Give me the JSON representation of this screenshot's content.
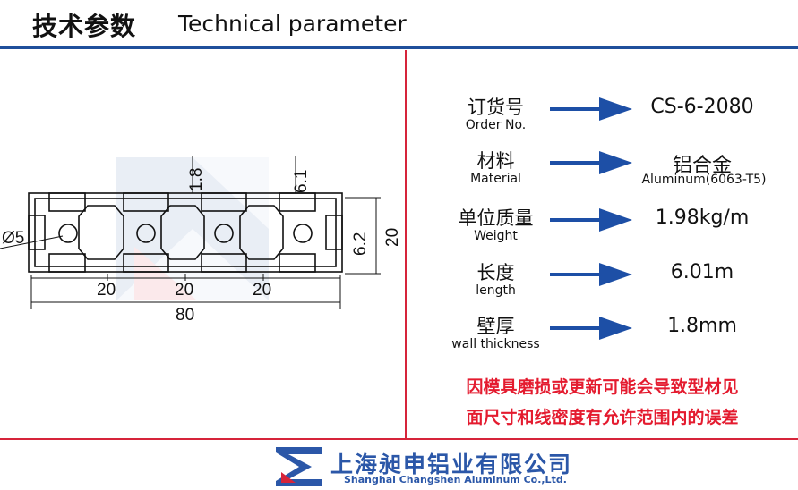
{
  "header": {
    "title_zh": "技术参数",
    "title_en": "Technical parameter"
  },
  "drawing": {
    "dim_diameter": "Ø5",
    "dim_wall": "1.8",
    "dim_slot_depth": "6.1",
    "dim_slot_width": "6.2",
    "dim_height": "20",
    "dim_pitch_1": "20",
    "dim_pitch_2": "20",
    "dim_pitch_3": "20",
    "dim_width": "80"
  },
  "params": [
    {
      "label_zh": "订货号",
      "label_en": "Order No.",
      "value": "CS-6-2080",
      "value_sub": ""
    },
    {
      "label_zh": "材料",
      "label_en": "Material",
      "value": "铝合金",
      "value_sub": "Aluminum(6063-T5)"
    },
    {
      "label_zh": "单位质量",
      "label_en": "Weight",
      "value": "1.98kg/m",
      "value_sub": ""
    },
    {
      "label_zh": "长度",
      "label_en": "length",
      "value": "6.01m",
      "value_sub": ""
    },
    {
      "label_zh": "壁厚",
      "label_en": "wall thickness",
      "value": "1.8mm",
      "value_sub": ""
    }
  ],
  "note": {
    "line1": "因模具磨损或更新可能会导致型材见",
    "line2": "面尺寸和线密度有允许范围内的误差"
  },
  "footer": {
    "company_zh": "上海昶申铝业有限公司",
    "company_en": "Shanghai  Changshen  Aluminum  Co.,Ltd."
  },
  "colors": {
    "blue": "#1f4f9b",
    "red": "#d6243a",
    "note_red": "#e41b2f",
    "arrow_blue": "#1d4fa6"
  }
}
